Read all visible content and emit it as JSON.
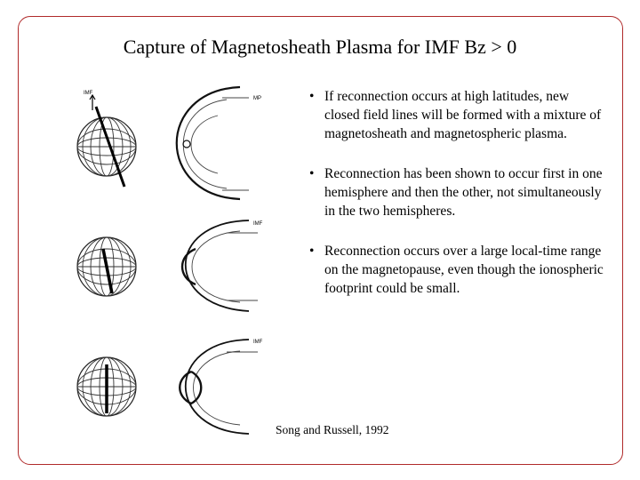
{
  "slide": {
    "title": "Capture of Magnetosheath Plasma for IMF Bz > 0",
    "bullets": [
      "If reconnection occurs at high latitudes, new closed field lines will be formed with a mixture of magnetosheath and magnetospheric plasma.",
      "Reconnection has been shown to occur first in one hemisphere and then the other, not simultaneously in the two hemispheres.",
      "Reconnection occurs over a large local-time range on the magnetopause, even though the ionospheric footprint could be small."
    ],
    "citation": "Song and Russell, 1992"
  },
  "figure": {
    "panel1": {
      "label_imf": "IMF",
      "label_mp": "MP"
    },
    "panel2": {
      "label_imf": "IMF"
    },
    "panel3": {
      "label_imf": "IMF"
    }
  }
}
